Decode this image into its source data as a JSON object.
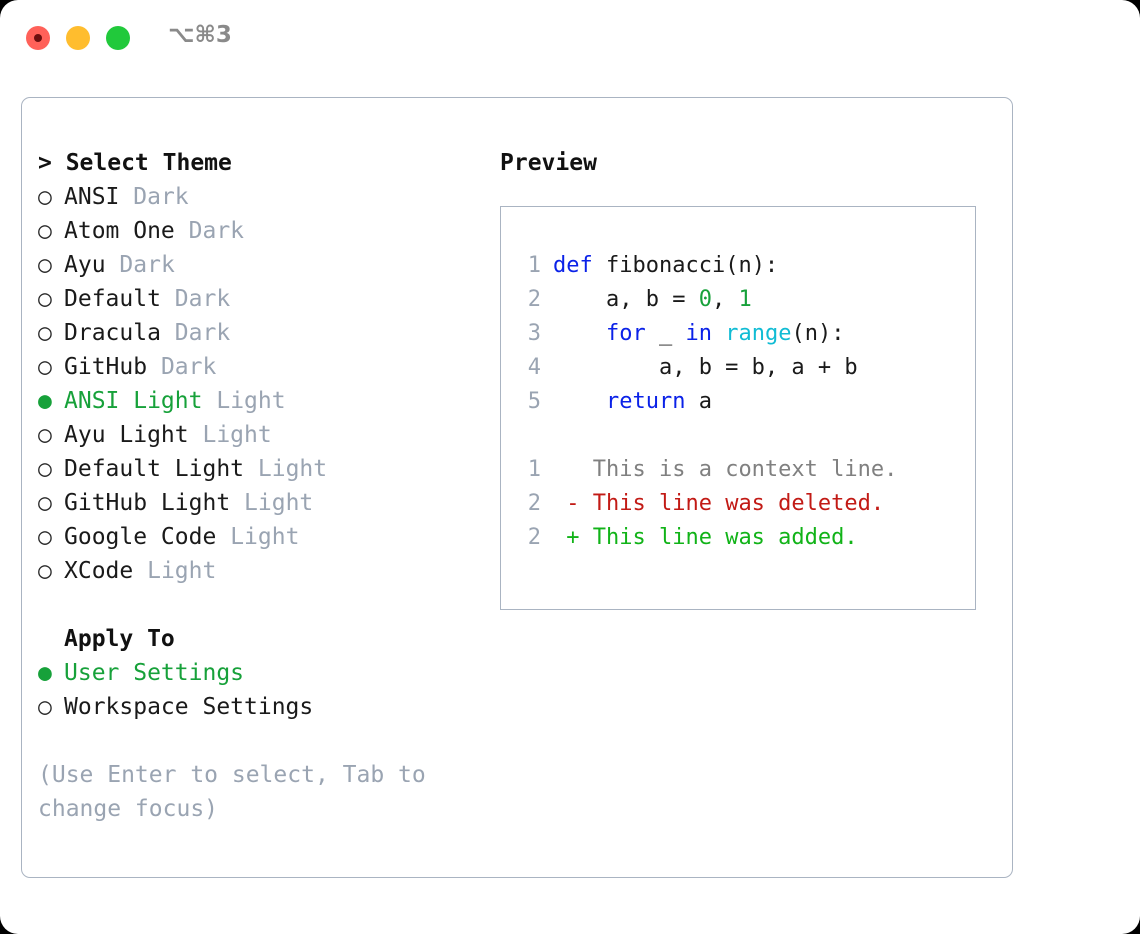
{
  "titlebar": {
    "shortcut": "⌥⌘3",
    "lights": [
      "close",
      "minimize",
      "zoom"
    ]
  },
  "theme_selector": {
    "header": "> Select Theme",
    "bullet_selected": "●",
    "bullet_unselected": "○",
    "items": [
      {
        "name": "ANSI",
        "variant": "Dark",
        "selected": false
      },
      {
        "name": "Atom One",
        "variant": "Dark",
        "selected": false
      },
      {
        "name": "Ayu",
        "variant": "Dark",
        "selected": false
      },
      {
        "name": "Default",
        "variant": "Dark",
        "selected": false
      },
      {
        "name": "Dracula",
        "variant": "Dark",
        "selected": false
      },
      {
        "name": "GitHub",
        "variant": "Dark",
        "selected": false
      },
      {
        "name": "ANSI Light",
        "variant": "Light",
        "selected": true
      },
      {
        "name": "Ayu Light",
        "variant": "Light",
        "selected": false
      },
      {
        "name": "Default Light",
        "variant": "Light",
        "selected": false
      },
      {
        "name": "GitHub Light",
        "variant": "Light",
        "selected": false
      },
      {
        "name": "Google Code",
        "variant": "Light",
        "selected": false
      },
      {
        "name": "XCode",
        "variant": "Light",
        "selected": false
      }
    ]
  },
  "apply_to": {
    "header": "Apply To",
    "options": [
      {
        "label": "User Settings",
        "selected": true
      },
      {
        "label": "Workspace Settings",
        "selected": false
      }
    ]
  },
  "hint": "(Use Enter to select, Tab to change focus)",
  "preview": {
    "title": "Preview",
    "code_lines": [
      {
        "no": "1",
        "tokens": [
          {
            "t": "def",
            "c": "kw"
          },
          {
            "t": " fibonacci(n):",
            "c": "plain"
          }
        ]
      },
      {
        "no": "2",
        "tokens": [
          {
            "t": "    a, b = ",
            "c": "plain"
          },
          {
            "t": "0",
            "c": "num"
          },
          {
            "t": ", ",
            "c": "plain"
          },
          {
            "t": "1",
            "c": "num"
          }
        ]
      },
      {
        "no": "3",
        "tokens": [
          {
            "t": "    ",
            "c": "plain"
          },
          {
            "t": "for",
            "c": "kw"
          },
          {
            "t": " _ ",
            "c": "plain"
          },
          {
            "t": "in",
            "c": "kw"
          },
          {
            "t": " ",
            "c": "plain"
          },
          {
            "t": "range",
            "c": "builtin"
          },
          {
            "t": "(n):",
            "c": "plain"
          }
        ]
      },
      {
        "no": "4",
        "tokens": [
          {
            "t": "        a, b = b, a + b",
            "c": "plain"
          }
        ]
      },
      {
        "no": "5",
        "tokens": [
          {
            "t": "    ",
            "c": "plain"
          },
          {
            "t": "return",
            "c": "kw"
          },
          {
            "t": " a",
            "c": "plain"
          }
        ]
      }
    ],
    "diff_lines": [
      {
        "no": "1",
        "marker": " ",
        "text": " This is a context line.",
        "kind": "ctx"
      },
      {
        "no": "2",
        "marker": "-",
        "text": " This line was deleted.",
        "kind": "del"
      },
      {
        "no": "2",
        "marker": "+",
        "text": " This line was added.",
        "kind": "add"
      }
    ]
  },
  "colors": {
    "selected_green": "#17a13a",
    "muted_gray": "#9aa4b2",
    "border": "#aab4c2",
    "keyword_blue": "#0b22e8",
    "builtin_cyan": "#11bcd4",
    "number_green": "#17a13a",
    "diff_delete_red": "#c21a15",
    "diff_add_green": "#11b318",
    "light_red": "#ff6159",
    "light_yellow": "#ffbd2e",
    "light_green": "#21c93b"
  }
}
